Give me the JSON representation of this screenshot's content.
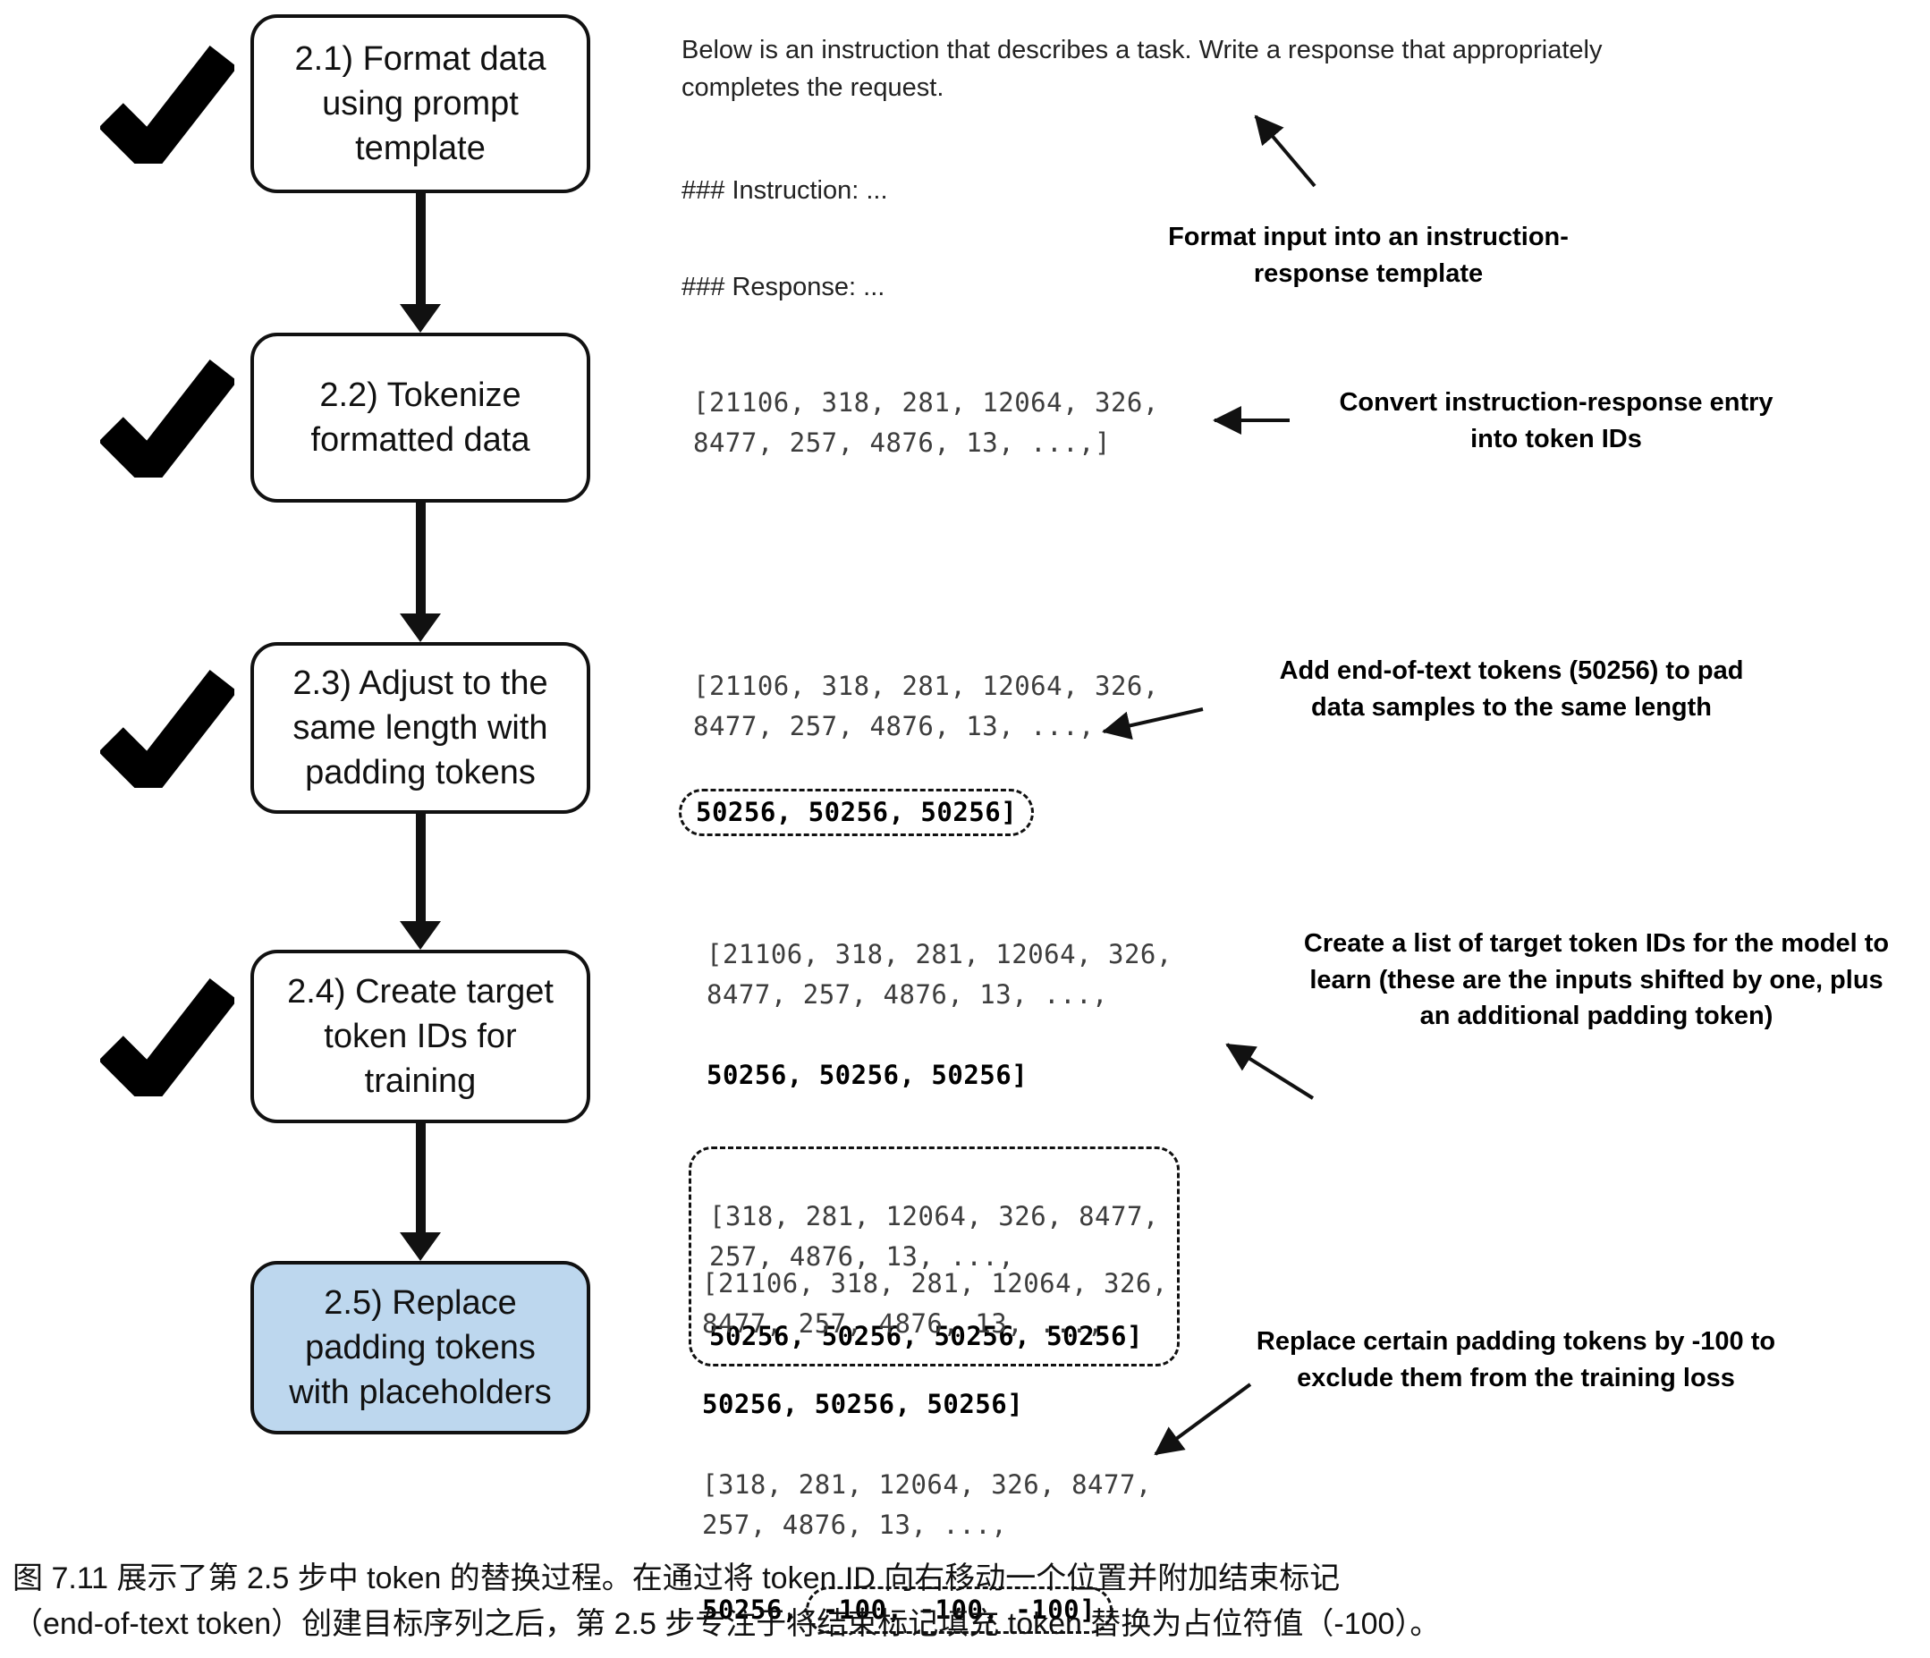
{
  "icons": {
    "checkmark": "✔"
  },
  "colors": {
    "highlight_box_fill": "#bdd7ee",
    "box_border": "#111111",
    "text": "#111111"
  },
  "flow": {
    "steps": [
      {
        "id": "2.1",
        "label": "2.1) Format data\nusing prompt\ntemplate",
        "checked": true
      },
      {
        "id": "2.2",
        "label": "2.2) Tokenize\nformatted data",
        "checked": true
      },
      {
        "id": "2.3",
        "label": "2.3) Adjust to the\nsame length with\npadding tokens",
        "checked": true
      },
      {
        "id": "2.4",
        "label": "2.4) Create target\ntoken IDs for\ntraining",
        "checked": true
      },
      {
        "id": "2.5",
        "label": "2.5) Replace\npadding tokens\nwith placeholders",
        "checked": false
      }
    ]
  },
  "prompt_example": {
    "intro": "Below is an instruction that describes a task. Write a response that appropriately\ncompletes the request.",
    "instruction_line": "### Instruction: ...",
    "response_line": "### Response: ..."
  },
  "token_examples": {
    "step2": {
      "lines": "[21106, 318, 281, 12064, 326,\n8477, 257, 4876, 13, ...,]"
    },
    "step3": {
      "head": "[21106, 318, 281, 12064, 326,\n8477, 257, 4876, 13, ...,",
      "padding": "50256, 50256, 50256]"
    },
    "step4": {
      "input_head": "[21106, 318, 281, 12064, 326,\n8477, 257, 4876, 13, ...,",
      "input_padding": "50256, 50256, 50256]",
      "target_head": "[318, 281, 12064, 326, 8477,\n257, 4876, 13, ...,",
      "target_padding": "50256, 50256, 50256, 50256]"
    },
    "step5": {
      "input_head": "[21106, 318, 281, 12064, 326,\n8477, 257, 4876, 13, ...,",
      "input_padding": "50256, 50256, 50256]",
      "target_head": "[318, 281, 12064, 326, 8477,\n257, 4876, 13, ...,",
      "target_prefix": "50256,",
      "target_masked": "-100, -100, -100]"
    }
  },
  "annotations": [
    {
      "text": "Format input into an instruction-\nresponse template"
    },
    {
      "text": "Convert instruction-response entry\ninto token IDs"
    },
    {
      "text": "Add end-of-text tokens (50256) to pad\ndata samples to the same length"
    },
    {
      "text": "Create a list of target token IDs for the model to\nlearn (these are the inputs shifted by one, plus\nan additional padding token)"
    },
    {
      "text": "Replace certain padding tokens by -100 to\nexclude them from the training loss"
    }
  ],
  "caption": "图 7.11 展示了第 2.5 步中 token 的替换过程。在通过将 token ID 向右移动一个位置并附加结束标记\n（end-of-text token）创建目标序列之后，第 2.5 步专注于将结束标记填充 token 替换为占位符值（-100）。"
}
